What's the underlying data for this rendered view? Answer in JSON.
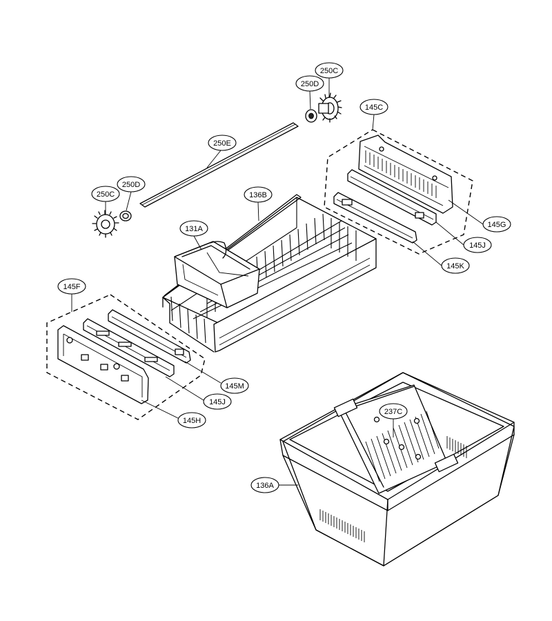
{
  "callouts": [
    {
      "id": "c-250C-top",
      "label": "250C"
    },
    {
      "id": "c-250D-top",
      "label": "250D"
    },
    {
      "id": "c-145C",
      "label": "145C"
    },
    {
      "id": "c-250E",
      "label": "250E"
    },
    {
      "id": "c-250D-left",
      "label": "250D"
    },
    {
      "id": "c-250C-left",
      "label": "250C"
    },
    {
      "id": "c-136B",
      "label": "136B"
    },
    {
      "id": "c-131A",
      "label": "131A"
    },
    {
      "id": "c-145G",
      "label": "145G"
    },
    {
      "id": "c-145J-right",
      "label": "145J"
    },
    {
      "id": "c-145K",
      "label": "145K"
    },
    {
      "id": "c-145F",
      "label": "145F"
    },
    {
      "id": "c-145M",
      "label": "145M"
    },
    {
      "id": "c-145J-left",
      "label": "145J"
    },
    {
      "id": "c-145H",
      "label": "145H"
    },
    {
      "id": "c-237C",
      "label": "237C"
    },
    {
      "id": "c-136A",
      "label": "136A"
    }
  ]
}
